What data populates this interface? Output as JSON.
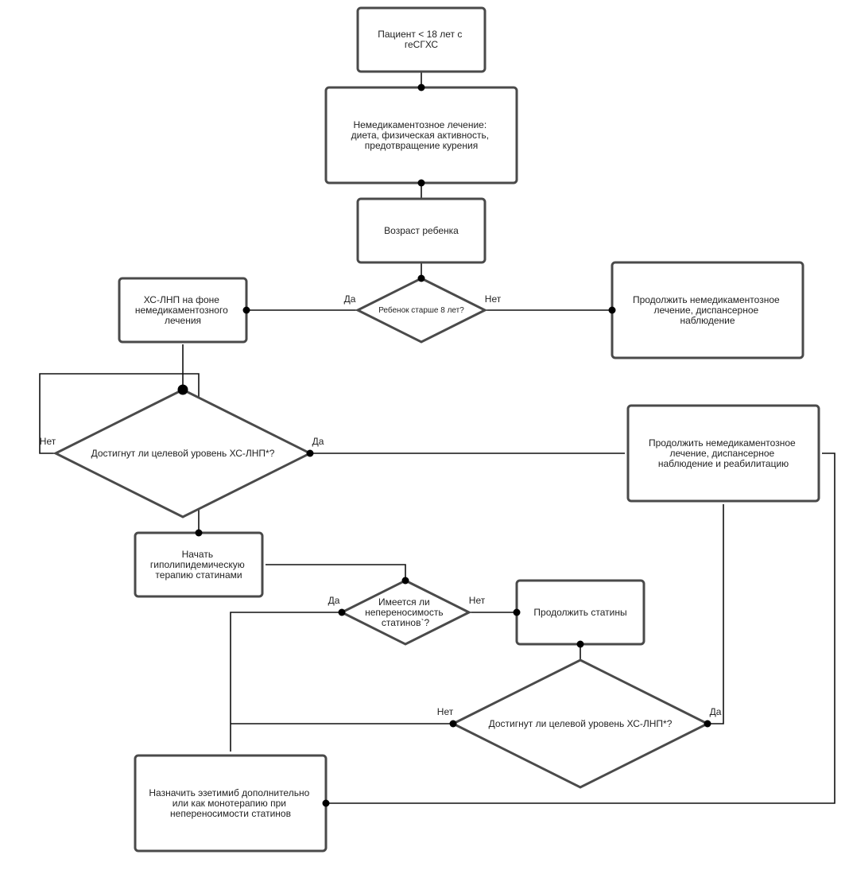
{
  "nodes": {
    "start": {
      "lines": [
        "Пациент < 18 лет с",
        "геСГХС"
      ]
    },
    "nondrug": {
      "lines": [
        "Немедикаментозное лечение:",
        "диета, физическая активность,",
        "предотвращение курения"
      ]
    },
    "age": {
      "lines": [
        "Возраст ребенка"
      ]
    },
    "age_check": {
      "lines": [
        "Ребенок старше 8 лет?"
      ]
    },
    "ldl_on_nondrug": {
      "lines": [
        "ХС-ЛНП на фоне",
        "немедикаментозного",
        "лечения"
      ]
    },
    "continue_obs": {
      "lines": [
        "Продолжить немедикаментозное",
        "лечение, диспансерное",
        "наблюдение"
      ]
    },
    "target_check_1": {
      "lines": [
        "Достигнут ли целевой уровень ХС-ЛНП*?"
      ]
    },
    "continue_rehab": {
      "lines": [
        "Продолжить немедикаментозное",
        "лечение, диспансерное",
        "наблюдение и реабилитацию"
      ]
    },
    "start_statins": {
      "lines": [
        "Начать",
        "гиполипидемическую",
        "терапию статинами"
      ]
    },
    "intolerance_check": {
      "lines": [
        "Имеется ли",
        "непереносимость",
        "статинов`?"
      ]
    },
    "continue_statins": {
      "lines": [
        "Продолжить статины"
      ]
    },
    "target_check_2": {
      "lines": [
        "Достигнут ли целевой уровень ХС-ЛНП*?"
      ]
    },
    "ezetimibe": {
      "lines": [
        "Назначить эзетимиб дополнительно",
        "или как монотерапию при",
        "непереносимости статинов"
      ]
    }
  },
  "labels": {
    "yes": "Да",
    "no": "Нет"
  },
  "colors": {
    "node_border": "#4a4a4a",
    "connector": "#111111",
    "text": "#222222"
  }
}
